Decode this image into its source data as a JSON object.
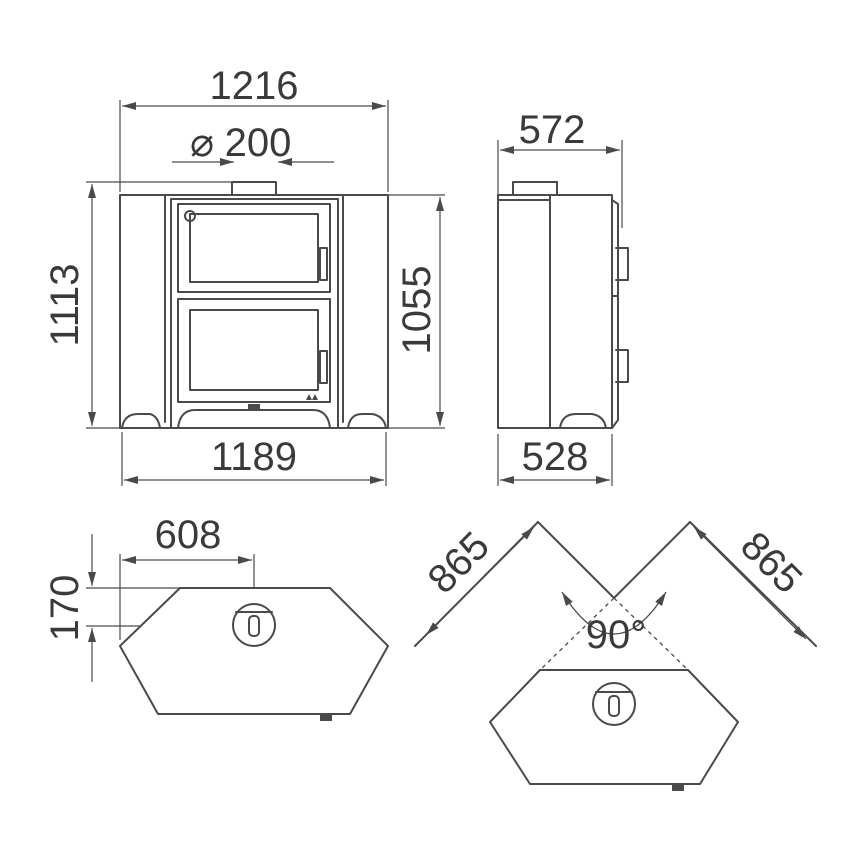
{
  "front_view": {
    "total_width": "1216",
    "flue_diameter": "200",
    "flue_diameter_symbol": "⌀",
    "total_height": "1113",
    "body_height": "1055",
    "base_width": "1189"
  },
  "side_view": {
    "total_depth": "572",
    "base_depth": "528"
  },
  "top_view": {
    "flue_offset_x": "608",
    "flue_offset_y": "170"
  },
  "corner_view": {
    "wall_left": "865",
    "wall_right": "865",
    "corner_angle": "90°"
  },
  "colors": {
    "line": "#4a4a4a",
    "background": "#ffffff"
  }
}
